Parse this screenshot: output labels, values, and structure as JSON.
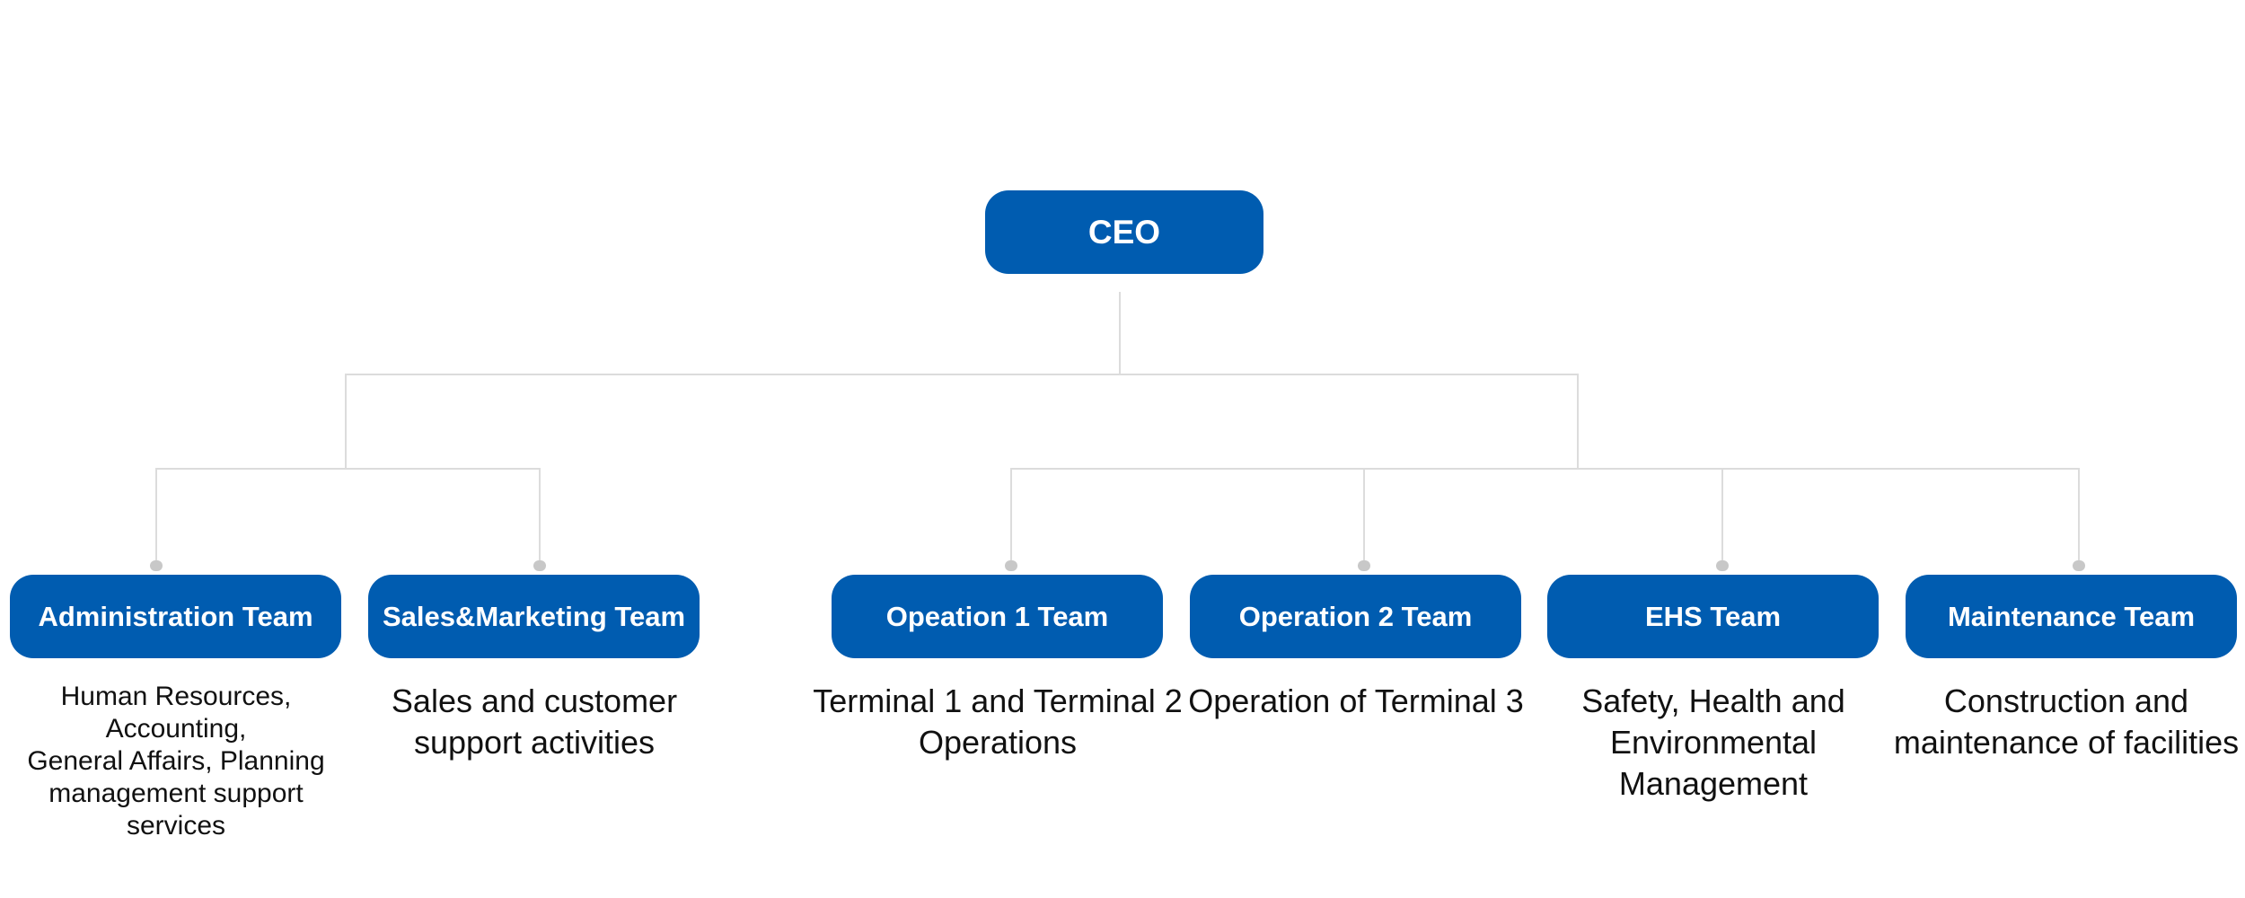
{
  "root": {
    "label": "CEO"
  },
  "teams": [
    {
      "label": "Administration Team",
      "description": "Human Resources,\nAccounting,\nGeneral Affairs, Planning\nmanagement support services"
    },
    {
      "label": "Sales&Marketing Team",
      "description": "Sales and customer\nsupport activities"
    },
    {
      "label": "Opeation 1 Team",
      "description": "Terminal 1 and Terminal 2\nOperations"
    },
    {
      "label": "Operation 2 Team",
      "description": "Operation of Terminal 3"
    },
    {
      "label": "EHS Team",
      "description": "Safety, Health and\nEnvironmental\nManagement"
    },
    {
      "label": "Maintenance Team",
      "description": "Construction and\nmaintenance of facilities"
    }
  ],
  "colors": {
    "node_fill": "#005cb0",
    "node_text": "#ffffff",
    "connector": "#dcdcdc",
    "description_text": "#111111"
  }
}
